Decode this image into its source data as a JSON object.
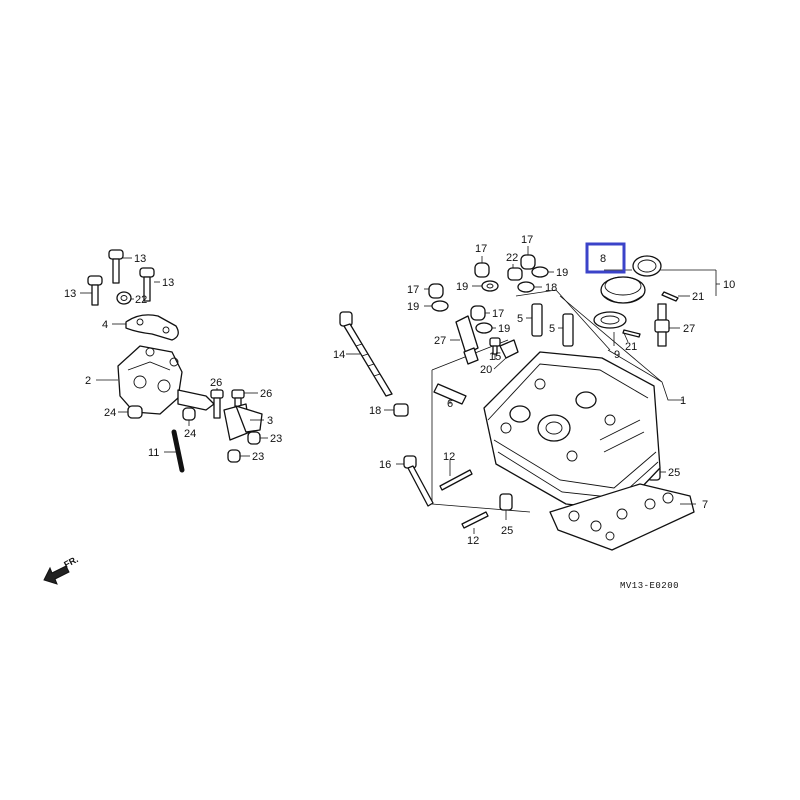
{
  "diagram": {
    "drawing_code": "MV13-E0200",
    "front_marker": "FR.",
    "highlight_color": "#3b43c9",
    "highlighted_callout": "8",
    "callouts": {
      "l13a": "13",
      "l13b": "13",
      "l13c": "13",
      "l22a": "22",
      "l4": "4",
      "l2": "2",
      "l26a": "26",
      "l26b": "26",
      "l24a": "24",
      "l24b": "24",
      "l3": "3",
      "l23a": "23",
      "l23b": "23",
      "l11": "11",
      "l17a": "17",
      "l17b": "17",
      "l17c": "17",
      "l22b": "22",
      "l19a": "19",
      "l19b": "19",
      "l19c": "19",
      "l19d": "19",
      "l18a": "18",
      "l18b": "18",
      "l8": "8",
      "l10": "10",
      "l21a": "21",
      "l21b": "21",
      "l5a": "5",
      "l5b": "5",
      "l27a": "27",
      "l27b": "27",
      "l15": "15",
      "l20": "20",
      "l9": "9",
      "l14": "14",
      "l6": "6",
      "l1": "1",
      "l16": "16",
      "l12a": "12",
      "l12b": "12",
      "l25a": "25",
      "l25b": "25",
      "l7": "7"
    }
  }
}
